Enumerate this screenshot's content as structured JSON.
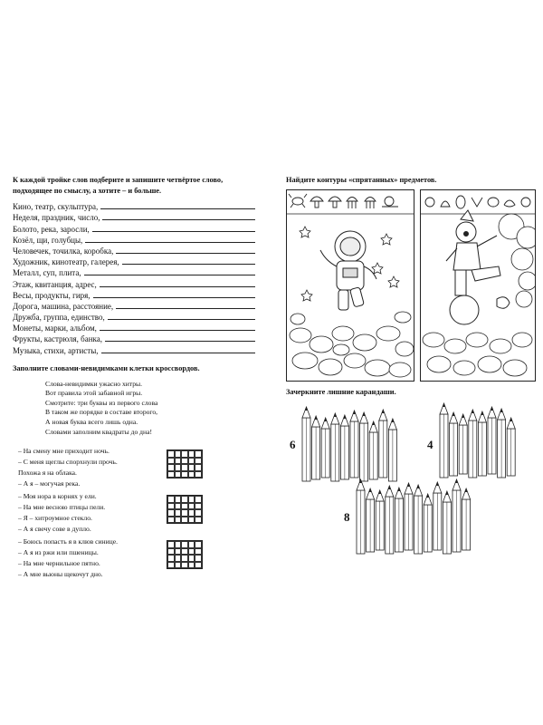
{
  "task1": {
    "title": "К каждой тройке слов подберите и запишите четвёртое слово, подходящее по смыслу, а хотите – и больше.",
    "rows": [
      "Кино, театр, скульптура,",
      "Неделя, праздник, число,",
      "Болото, река, заросли,",
      "Козёл, щи, голубцы,",
      "Человечек, точилка, коробка,",
      "Художник, кинотеатр, галерея,",
      "Металл, суп, плита,",
      "Этаж, квитанция, адрес,",
      "Весы, продукты, гиря,",
      "Дорога, машина, расстояние,",
      "Дружба, группа, единство,",
      "Монеты, марки, альбом,",
      "Фрукты, кастрюля, банка,",
      "Музыка, стихи, артисты,"
    ]
  },
  "task2": {
    "title": "Заполните словами-невидимками клетки кроссвордов.",
    "poem": [
      "Слова-невидимки ужасно хитры.",
      "Вот правила этой забавной игры.",
      "Смотрите: три буквы из первого слова",
      "В таком же порядке в составе второго,",
      "А новая буква всего лишь одна.",
      "Словами заполним квадраты до дна!"
    ],
    "riddles": [
      [
        "– На смену мне приходит ночь.",
        "– С меня щеглы спорхнули прочь.",
        "Похожа я на облака.",
        "– А я – могучая река."
      ],
      [
        "– Моя нора в корнях у ели.",
        "– На мне весною птицы пели.",
        "– Я – хитроумное стекло.",
        "– А я свечу сове в дупло."
      ],
      [
        "– Боюсь попасть я в клюв синице.",
        "– А я из ржи или пшеницы.",
        "– На мне чернильное пятно.",
        "– А мне вьюны щекочут дно."
      ]
    ]
  },
  "task3": {
    "title": "Найдите контуры «спрятанных» предметов."
  },
  "task4": {
    "title": "Зачеркните лишние карандаши.",
    "groups": [
      {
        "label": "6",
        "count": 10
      },
      {
        "label": "4",
        "count": 8
      },
      {
        "label": "8",
        "count": 12
      }
    ]
  }
}
